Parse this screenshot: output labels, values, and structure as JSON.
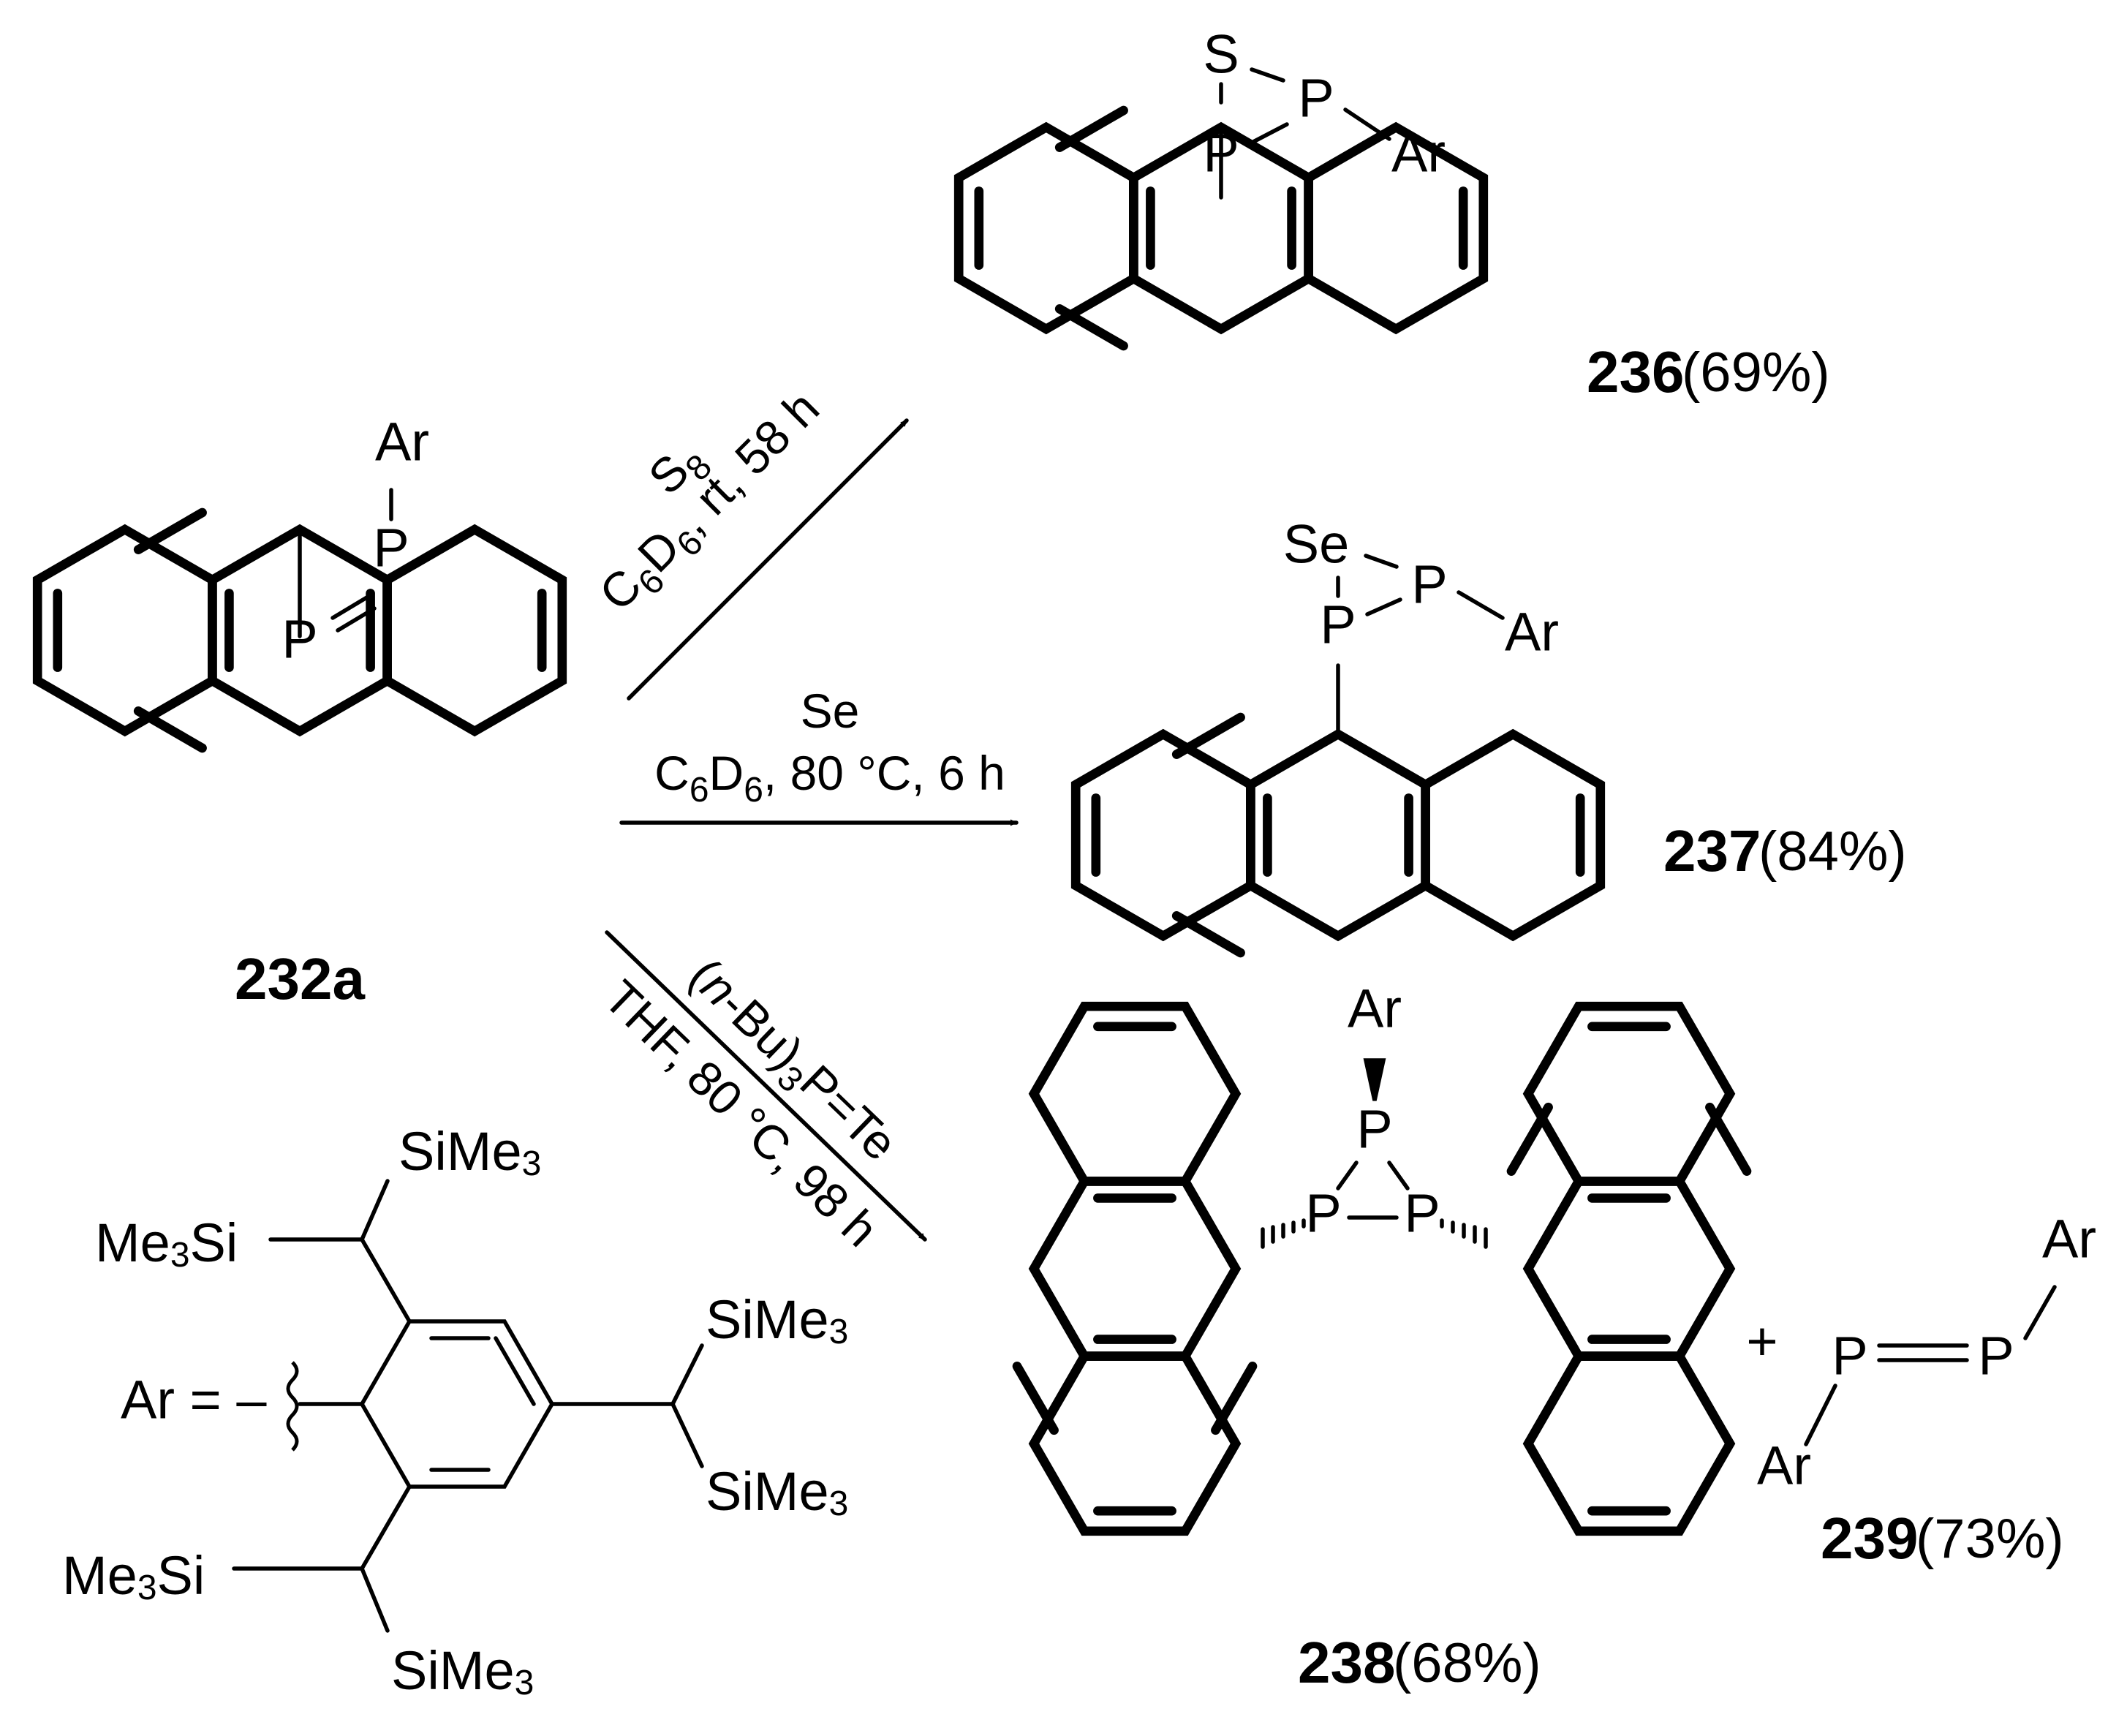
{
  "atoms": {
    "Ar": "Ar",
    "P": "P",
    "S": "S",
    "Se": "Se",
    "SiMe": "SiMe",
    "Me": "Me",
    "Si": "Si",
    "sub3": "3",
    "plus": "+",
    "ar_equals": "Ar = –"
  },
  "reactions": [
    {
      "reagent": "S",
      "reagent_sub": "8",
      "solvent": "C",
      "solvent_sub1": "6",
      "solvent_mid": "D",
      "solvent_sub2": "6",
      "rest": ", rt, 58 h"
    },
    {
      "reagent": "Se",
      "solvent": "C",
      "solvent_sub1": "6",
      "solvent_mid": "D",
      "solvent_sub2": "6",
      "rest": ", 80 °C, 6 h"
    },
    {
      "reagent_open": "(",
      "reagent_italic": "n",
      "reagent_mid": "-Bu)",
      "reagent_sub": "3",
      "reagent_end": "P=Te",
      "conditions": "THF, 80 °C, 98 h"
    }
  ],
  "compounds": [
    {
      "id": "232a"
    },
    {
      "id": "236",
      "yield": "(69%)"
    },
    {
      "id": "237",
      "yield": "(84%)"
    },
    {
      "id": "238",
      "yield": "(68%)"
    },
    {
      "id": "239",
      "yield": "(73%)"
    }
  ]
}
